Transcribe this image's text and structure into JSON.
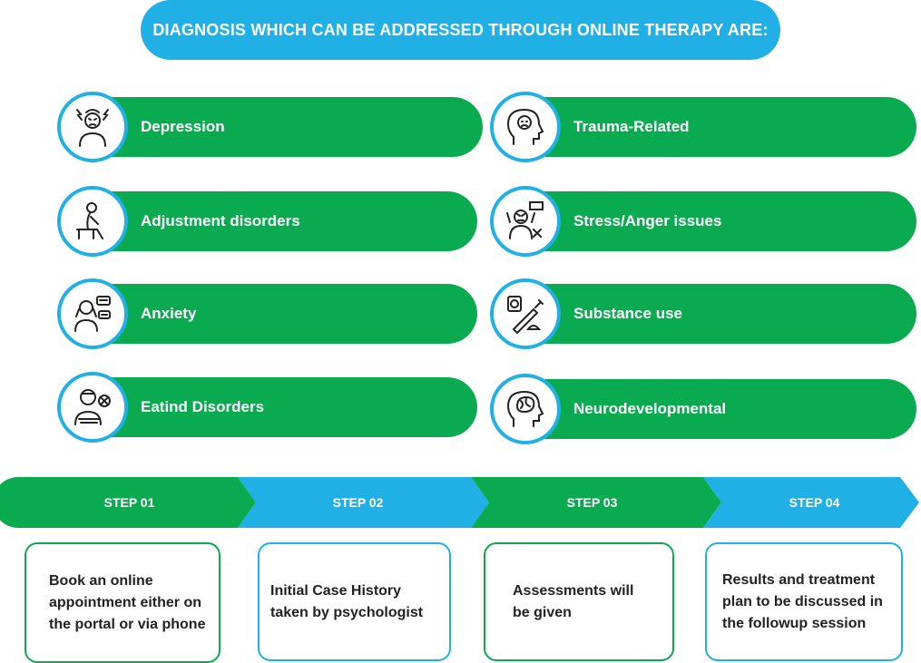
{
  "title": "DIAGNOSIS WHICH CAN BE ADDRESSED THROUGH ONLINE THERAPY ARE:",
  "colors": {
    "green": "#0aab50",
    "blue": "#20b0e6",
    "text": "#222222"
  },
  "diagnoses_left": [
    {
      "label": "Depression",
      "icon": "depressed-person-icon"
    },
    {
      "label": "Adjustment disorders",
      "icon": "sitting-person-icon"
    },
    {
      "label": "Anxiety",
      "icon": "anxious-person-icon"
    },
    {
      "label": "Eatind Disorders",
      "icon": "eating-disorder-icon"
    }
  ],
  "diagnoses_right": [
    {
      "label": "Trauma-Related",
      "icon": "head-trauma-icon"
    },
    {
      "label": "Stress/Anger issues",
      "icon": "angry-person-icon"
    },
    {
      "label": "Substance use",
      "icon": "syringe-icon"
    },
    {
      "label": "Neurodevelopmental",
      "icon": "brain-head-icon"
    }
  ],
  "steps": [
    {
      "label": "STEP 01",
      "text": "Book an online appointment either on the portal or via phone"
    },
    {
      "label": "STEP 02",
      "text": "Initial Case History taken by psychologist"
    },
    {
      "label": "STEP 03",
      "text": "Assessments will be given"
    },
    {
      "label": "STEP 04",
      "text": "Results and treatment plan to be discussed in the followup session"
    }
  ]
}
